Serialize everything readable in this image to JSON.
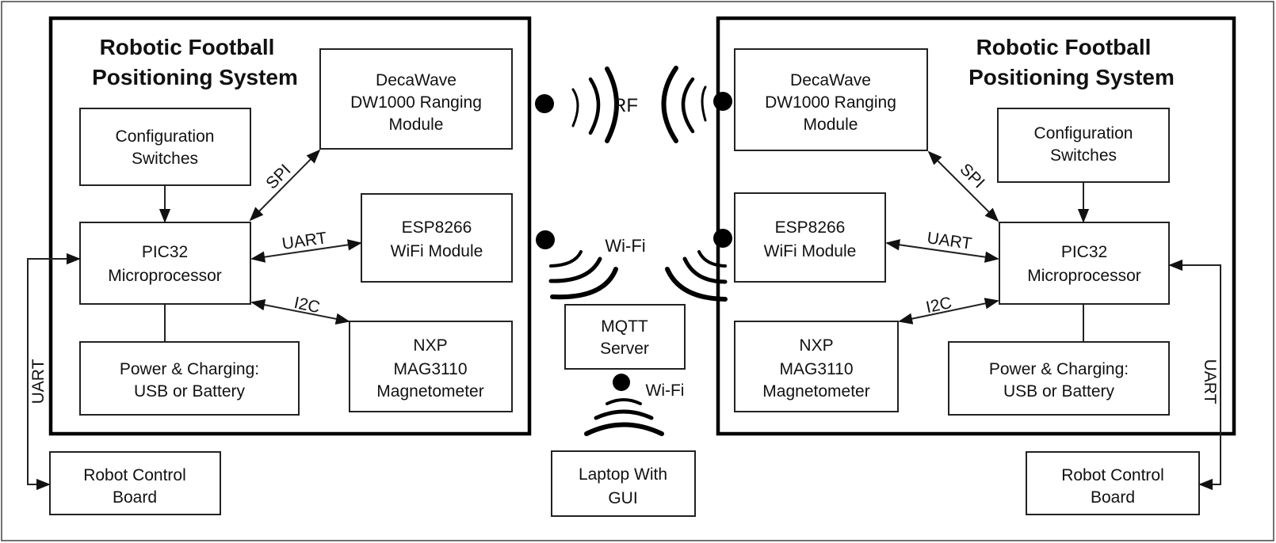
{
  "left_panel": {
    "title_line1": "Robotic Football",
    "title_line2": "Positioning System",
    "decawave": [
      "DecaWave",
      "DW1000 Ranging",
      "Module"
    ],
    "config": [
      "Configuration",
      "Switches"
    ],
    "pic32": [
      "PIC32",
      "Microprocessor"
    ],
    "esp": [
      "ESP8266",
      "WiFi Module"
    ],
    "nxp": [
      "NXP",
      "MAG3110",
      "Magnetometer"
    ],
    "power": [
      "Power & Charging:",
      "USB or Battery"
    ],
    "spi_label": "SPI",
    "uart_label": "UART",
    "i2c_label": "I2C"
  },
  "right_panel": {
    "title_line1": "Robotic Football",
    "title_line2": "Positioning System",
    "decawave": [
      "DecaWave",
      "DW1000 Ranging",
      "Module"
    ],
    "config": [
      "Configuration",
      "Switches"
    ],
    "pic32": [
      "PIC32",
      "Microprocessor"
    ],
    "esp": [
      "ESP8266",
      "WiFi Module"
    ],
    "nxp": [
      "NXP",
      "MAG3110",
      "Magnetometer"
    ],
    "power": [
      "Power & Charging:",
      "USB or Battery"
    ],
    "spi_label": "SPI",
    "uart_label": "UART",
    "i2c_label": "I2C"
  },
  "left_robot": {
    "uart_label": "UART",
    "box": [
      "Robot Control",
      "Board"
    ]
  },
  "right_robot": {
    "uart_label": "UART",
    "box": [
      "Robot Control",
      "Board"
    ]
  },
  "center": {
    "rf_label": "RF",
    "wifi_label": "Wi-Fi",
    "mqtt": [
      "MQTT",
      "Server"
    ],
    "laptop_wifi_label": "Wi-Fi",
    "laptop": [
      "Laptop With",
      "GUI"
    ]
  }
}
